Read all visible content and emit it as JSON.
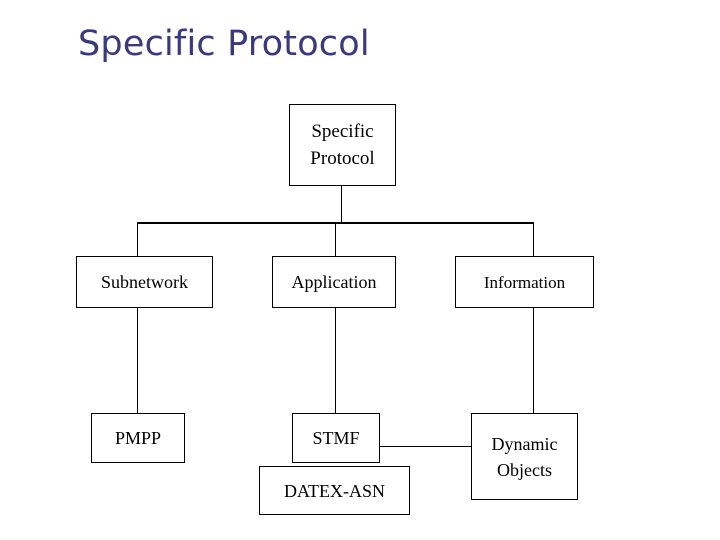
{
  "slide": {
    "title": "Specific Protocol",
    "title_color": "#393980",
    "background_color": "#ffffff",
    "line_color": "#000000",
    "box_border_color": "#000000",
    "box_fill_color": "#ffffff"
  },
  "diagram": {
    "type": "tree",
    "root": {
      "id": "specific-protocol",
      "line1": "Specific",
      "line2": "Protocol"
    },
    "level2": [
      {
        "id": "subnetwork",
        "label": "Subnetwork"
      },
      {
        "id": "application",
        "label": "Application"
      },
      {
        "id": "information",
        "label": "Information"
      }
    ],
    "level3": [
      {
        "id": "pmpp",
        "label": "PMPP"
      },
      {
        "id": "stmf",
        "label": "STMF"
      },
      {
        "id": "datex-asn",
        "label": "DATEX-ASN"
      },
      {
        "id": "dynamic-objects",
        "line1": "Dynamic",
        "line2": "Objects"
      }
    ],
    "edges": [
      {
        "from": "specific-protocol",
        "to": "subnetwork"
      },
      {
        "from": "specific-protocol",
        "to": "application"
      },
      {
        "from": "specific-protocol",
        "to": "information"
      },
      {
        "from": "subnetwork",
        "to": "pmpp"
      },
      {
        "from": "application",
        "to": "stmf"
      },
      {
        "from": "stmf",
        "to": "datex-asn"
      },
      {
        "from": "information",
        "to": "dynamic-objects"
      },
      {
        "from": "stmf",
        "to": "dynamic-objects"
      }
    ]
  }
}
